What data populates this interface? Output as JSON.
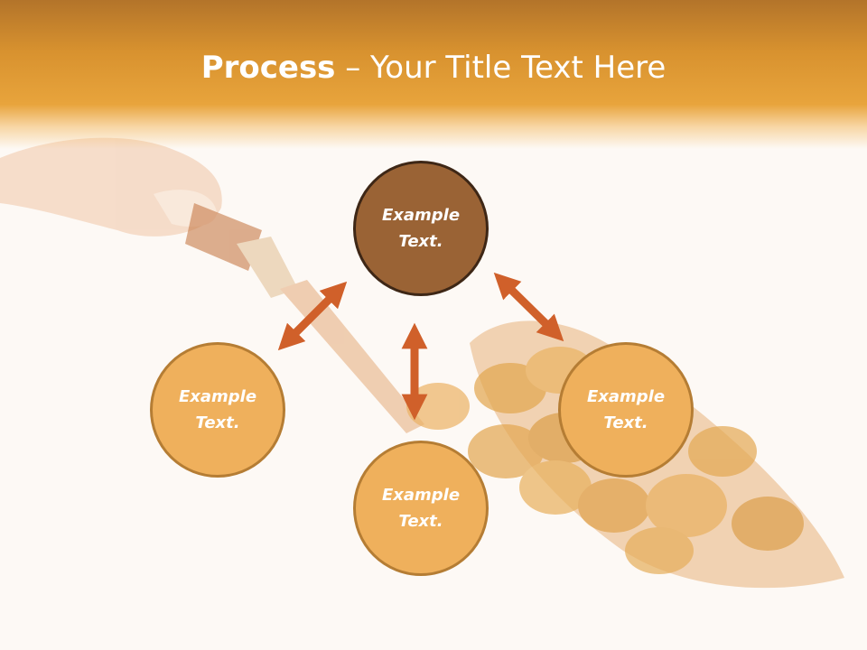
{
  "title": {
    "bold": "Process",
    "rest": " – Your Title Text Here"
  },
  "nodes": {
    "top": "Example Text.",
    "left": "Example Text.",
    "bottom": "Example Text.",
    "right": "Example Text."
  },
  "colors": {
    "header": "#e8a43c",
    "circle_fill": "#efb05c",
    "circle_top_fill": "#9a6335",
    "arrow": "#d0602a",
    "background": "#fdf9f5"
  },
  "icons": [
    "hand-holding-trowel-image",
    "coins-image"
  ]
}
